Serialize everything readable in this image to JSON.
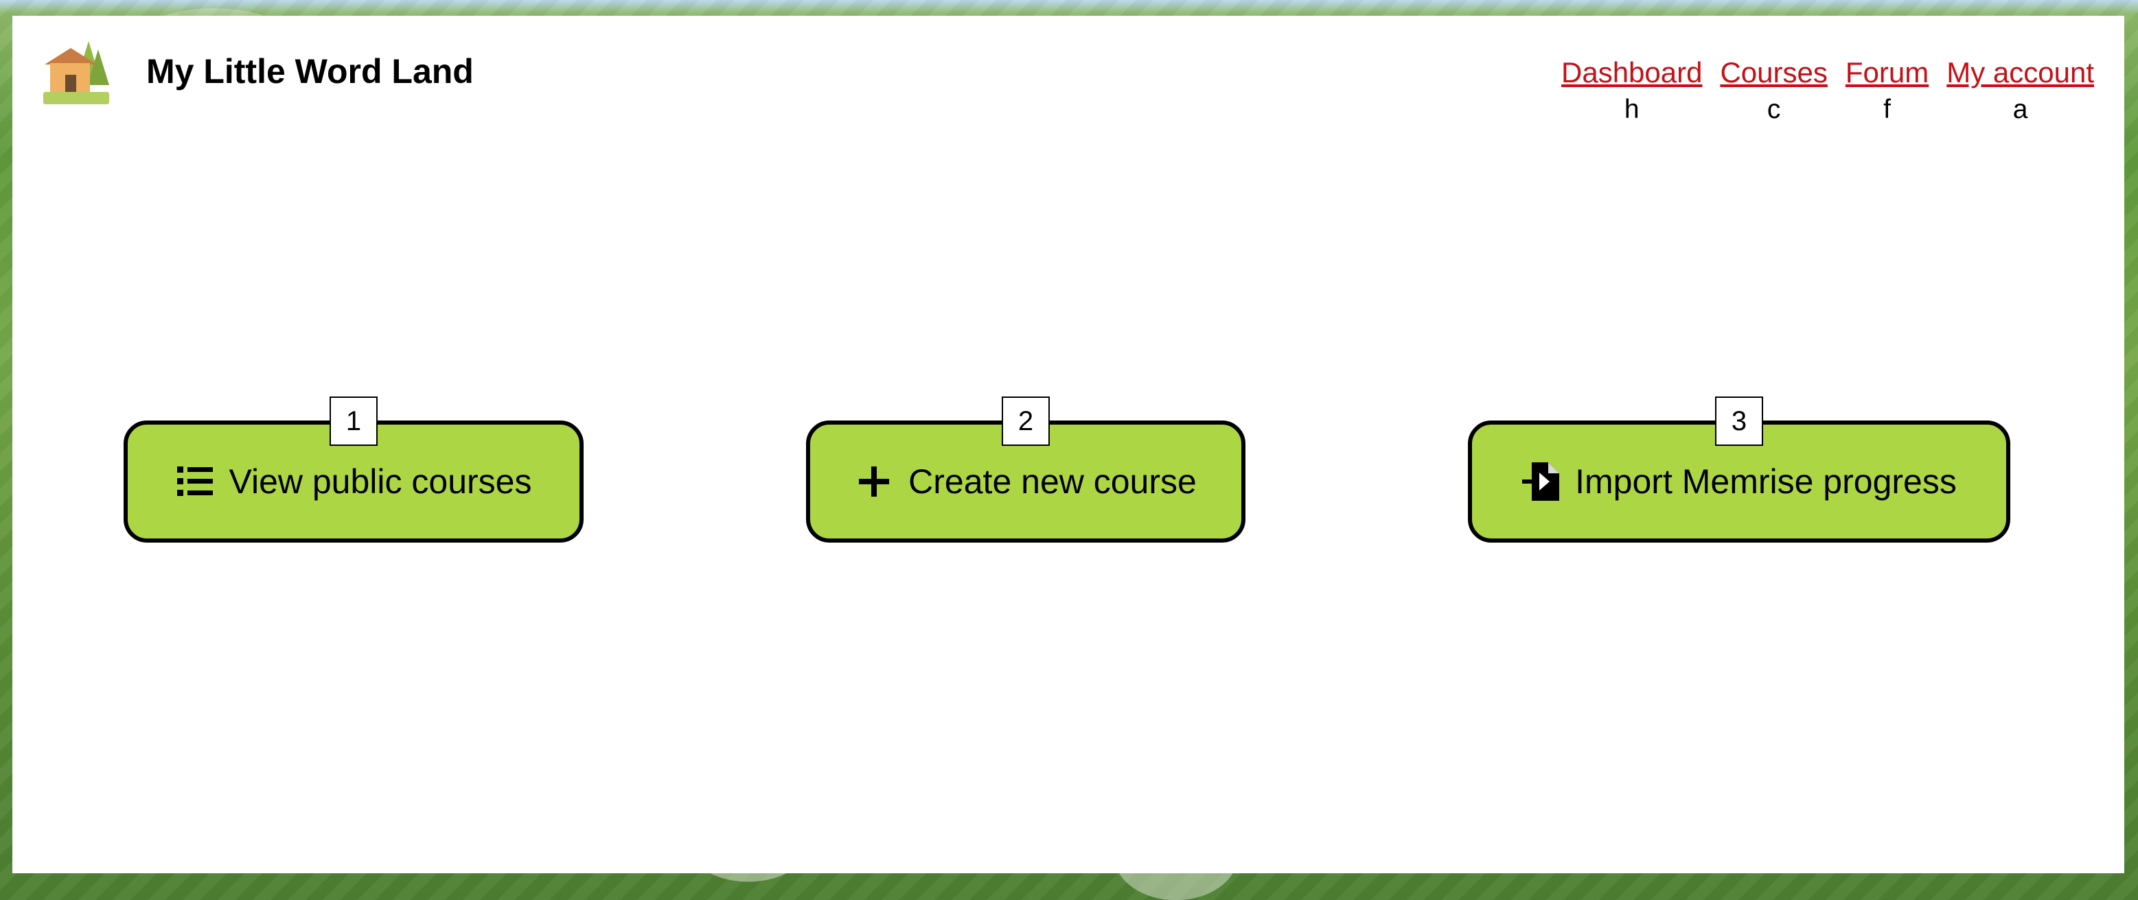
{
  "site": {
    "title": "My Little Word Land",
    "logo_icon": "house-tree-icon"
  },
  "navigation": {
    "items": [
      {
        "label": "Dashboard",
        "shortcut": "h"
      },
      {
        "label": "Courses",
        "shortcut": "c"
      },
      {
        "label": "Forum",
        "shortcut": "f"
      },
      {
        "label": "My account",
        "shortcut": "a"
      }
    ]
  },
  "actions": [
    {
      "number": "1",
      "label": "View public courses",
      "icon": "list-icon"
    },
    {
      "number": "2",
      "label": "Create new course",
      "icon": "plus-icon"
    },
    {
      "number": "3",
      "label": "Import Memrise progress",
      "icon": "file-import-icon"
    }
  ],
  "colors": {
    "link": "#c70f16",
    "button": "#add645",
    "panel": "#ffffff"
  }
}
